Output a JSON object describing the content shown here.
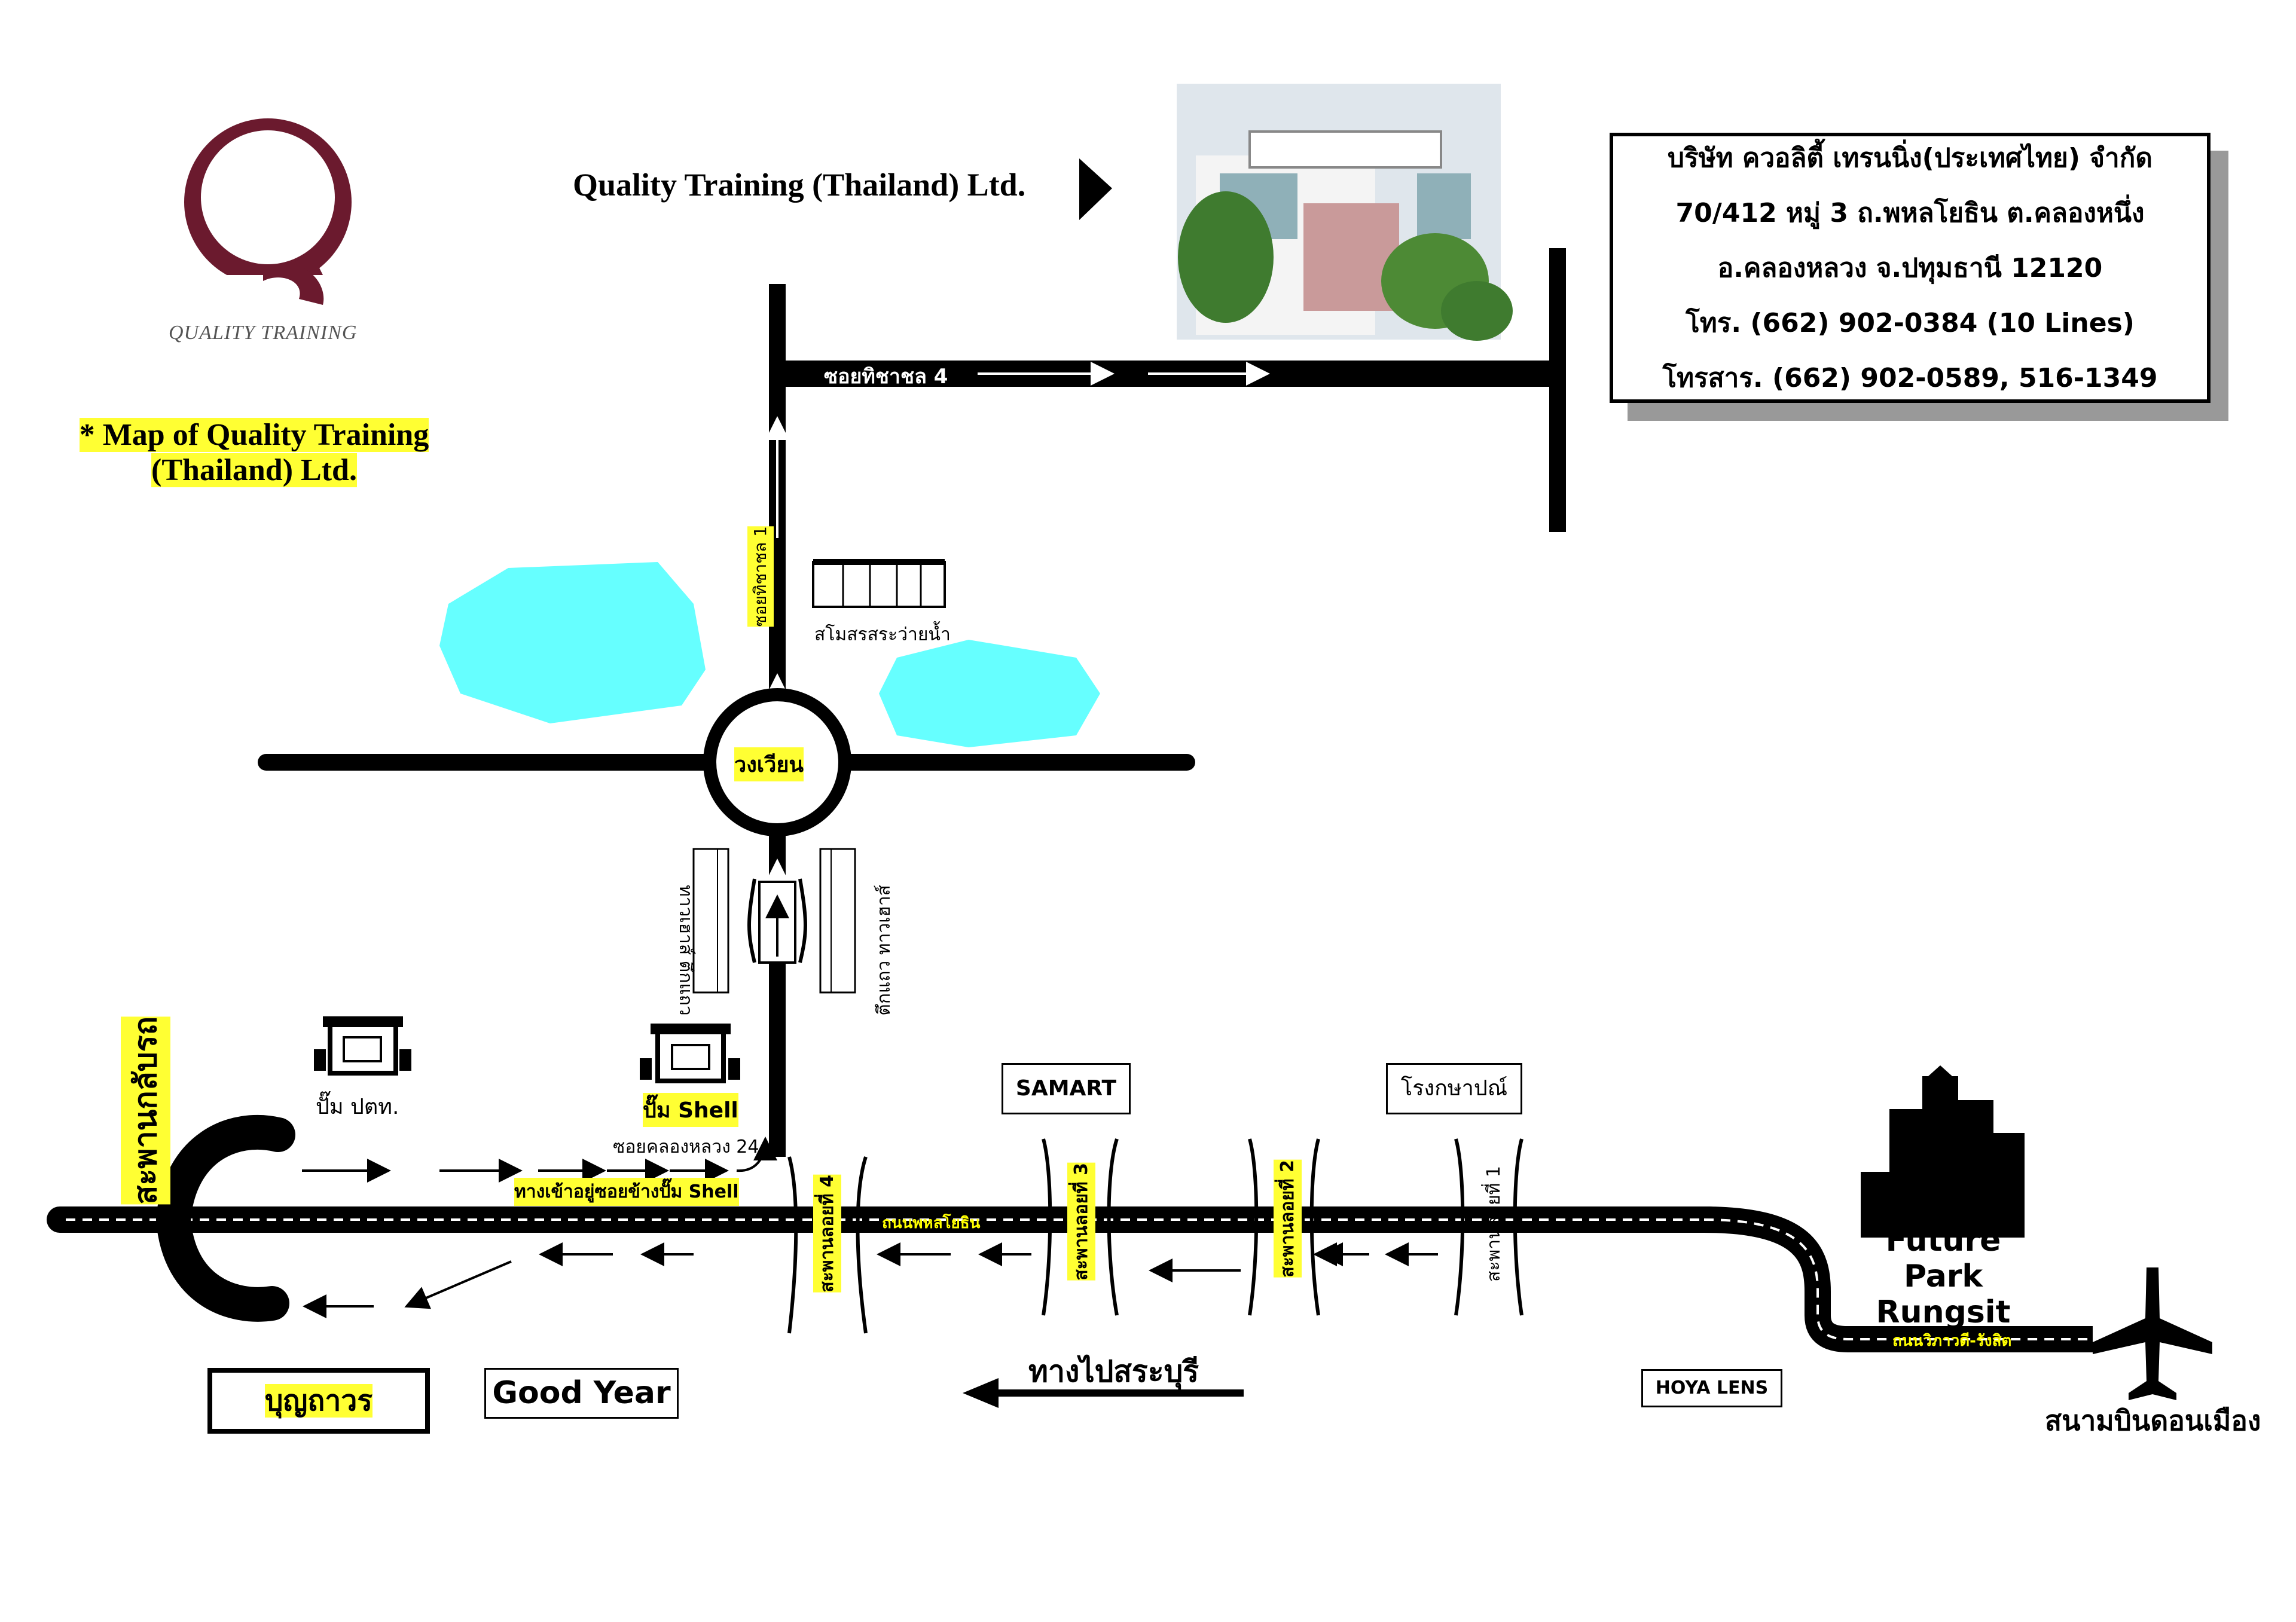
{
  "logo": {
    "text": "QUALITY TRAINING"
  },
  "header": {
    "title": "Quality Training (Thailand) Ltd."
  },
  "map_title": {
    "line1": "* Map of Quality Training",
    "line2": "(Thailand) Ltd."
  },
  "company": {
    "name": "บริษัท ควอลิตี้ เทรนนิ่ง(ประเทศไทย) จำกัด",
    "address1": "70/412 หมู่ 3 ถ.พหลโยธิน ต.คลองหนึ่ง",
    "address2": "อ.คลองหลวง จ.ปทุมธานี 12120",
    "phone": "โทร. (662) 902-0384 (10 Lines)",
    "fax": "โทรสาร. (662) 902-0589, 516-1349"
  },
  "roads": {
    "soi4": "ซอยทิชาชล 4",
    "soi1": "ซอยทิชาชล 1",
    "roundabout": "วงเวียน",
    "phahon": "ถนนพหลโยธิน",
    "vibhavadi": "ถนนวิภาวดี-รังสิต",
    "soi24": "ซอยคลองหลวง 24",
    "shell_entry": "ทางเข้าอยู่ซอยข้างปั๊ม Shell",
    "to_saraburi": "ทางไปสระบุรี"
  },
  "bridges": {
    "uturn": "สะพานกลับรถ",
    "b1": "สะพานลอยที่ 1",
    "b2": "สะพานลอยที่ 2",
    "b3": "สะพานลอยที่ 3",
    "b4": "สะพานลอยที่ 4"
  },
  "landmarks": {
    "swimming_club": "สโมสรสระว่ายน้ำ",
    "townhouse_left": "ทาวเฮาส์ ตึกแถว",
    "townhouse_right": "ตึกแถว ทาวเฮาส์",
    "ptt": "ปั๊ม ปตท.",
    "shell": "ปั๊ม Shell",
    "samart": "SAMART",
    "post_office": "โรงกษาปณ์",
    "future_park_1": "Future Park",
    "future_park_2": "Rungsit",
    "hoya": "HOYA LENS",
    "airport": "สนามบินดอนเมือง",
    "boonthavorn": "บุญถาวร",
    "goodyear": "Good Year"
  },
  "colors": {
    "highlight": "#ffff33",
    "water": "#66ffff",
    "logo": "#6b1a2e"
  }
}
